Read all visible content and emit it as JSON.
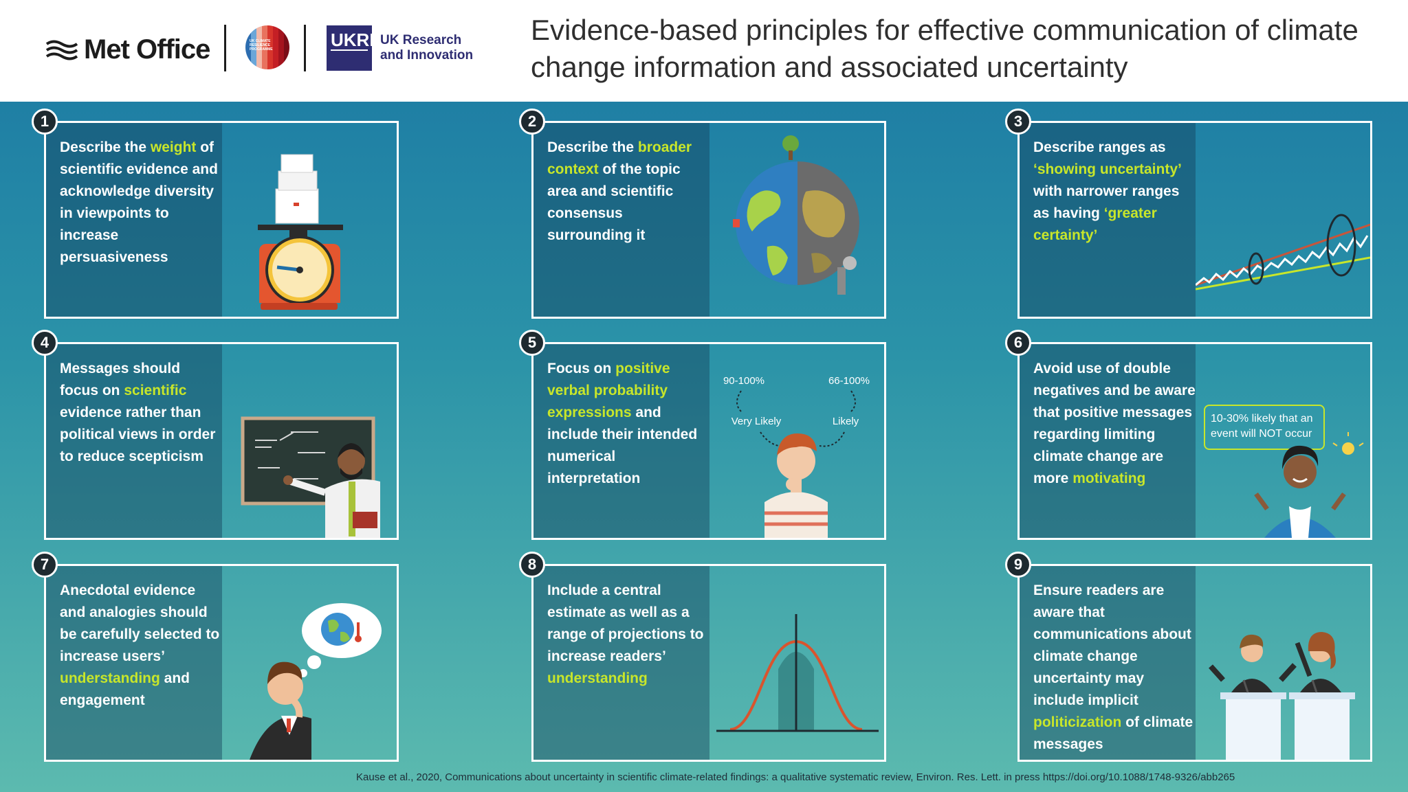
{
  "header": {
    "title": "Evidence-based principles for effective communication of climate change information and associated uncertainty",
    "met_office_logo": "Met Office",
    "ukcr_logo_text": "UK CLIMATE RESILIENCE PROGRAMME",
    "ukri_logo_text": "UKRI",
    "ukri_name_line1": "UK Research",
    "ukri_name_line2": "and Innovation"
  },
  "cards": [
    {
      "number": "1",
      "segments": [
        "Describe the ",
        "weight",
        " of scientific evidence and acknowledge diversity in viewpoints to increase persuasiveness"
      ],
      "icon": "weighing-scale-icon"
    },
    {
      "number": "2",
      "segments": [
        "Describe the ",
        "broader context",
        " of the topic area and scientific consensus surrounding it"
      ],
      "icon": "globe-icon"
    },
    {
      "number": "3",
      "segments": [
        "Describe ranges as ",
        "‘showing uncertainty’",
        " with narrower ranges as having ",
        "‘greater certainty’",
        ""
      ],
      "icon": "range-graph-icon"
    },
    {
      "number": "4",
      "segments": [
        "Messages should focus on ",
        "scientific",
        " evidence rather than political views in order to reduce scepticism"
      ],
      "icon": "scientist-icon"
    },
    {
      "number": "5",
      "segments": [
        "Focus on ",
        "positive verbal probability expressions",
        " and include their intended numerical interpretation"
      ],
      "icon": "thinking-person-icon",
      "labels": {
        "left_range": "90-100%",
        "right_range": "66-100%",
        "left_term": "Very Likely",
        "right_term": "Likely"
      }
    },
    {
      "number": "6",
      "segments": [
        "Avoid use of double negatives and be aware that positive messages regarding limiting climate change are more ",
        "motivating",
        ""
      ],
      "icon": "speech-bubble-icon",
      "bubble": "10-30% likely that an event will NOT occur"
    },
    {
      "number": "7",
      "segments": [
        "Anecdotal evidence and analogies should be carefully selected to increase users’ ",
        "understanding",
        " and engagement"
      ],
      "icon": "pondering-man-icon"
    },
    {
      "number": "8",
      "segments": [
        "Include a central estimate as well as a range of projections to increase readers’ ",
        "understanding",
        ""
      ],
      "icon": "bell-curve-icon"
    },
    {
      "number": "9",
      "segments": [
        "Ensure readers are aware that communications about climate change uncertainty may include implicit ",
        "politicization",
        " of climate messages"
      ],
      "icon": "debate-podium-icon"
    }
  ],
  "citation": "Kause et al., 2020, Communications about uncertainty in scientific climate-related findings: a qualitative systematic review, Environ. Res. Lett. in press https://doi.org/10.1088/1748-9326/abb265",
  "colors": {
    "highlight": "#c8e62a",
    "background_top": "#1a77a3",
    "background_bottom": "#5cbaaf",
    "number_badge": "#1e2a30"
  }
}
